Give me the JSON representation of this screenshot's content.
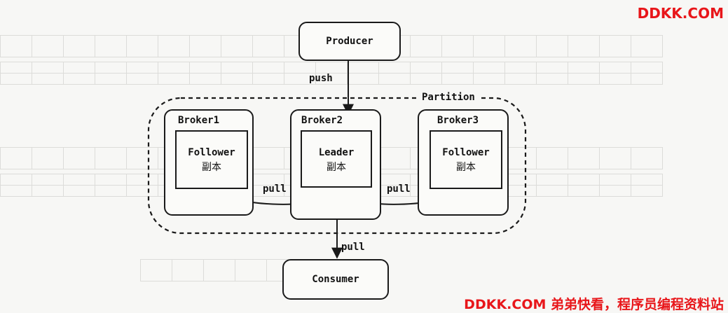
{
  "watermark_top": "DDKK.COM",
  "watermark_bottom": "DDKK.COM 弟弟快看，程序员编程资料站",
  "nodes": {
    "producer": "Producer",
    "consumer": "Consumer",
    "partition": "Partition",
    "brokers": [
      {
        "name": "Broker1",
        "role": "Follower",
        "sub": "副本"
      },
      {
        "name": "Broker2",
        "role": "Leader",
        "sub": "副本"
      },
      {
        "name": "Broker3",
        "role": "Follower",
        "sub": "副本"
      }
    ]
  },
  "edges": {
    "push": "push",
    "pull_left": "pull",
    "pull_right": "pull",
    "pull_bottom": "pull"
  }
}
